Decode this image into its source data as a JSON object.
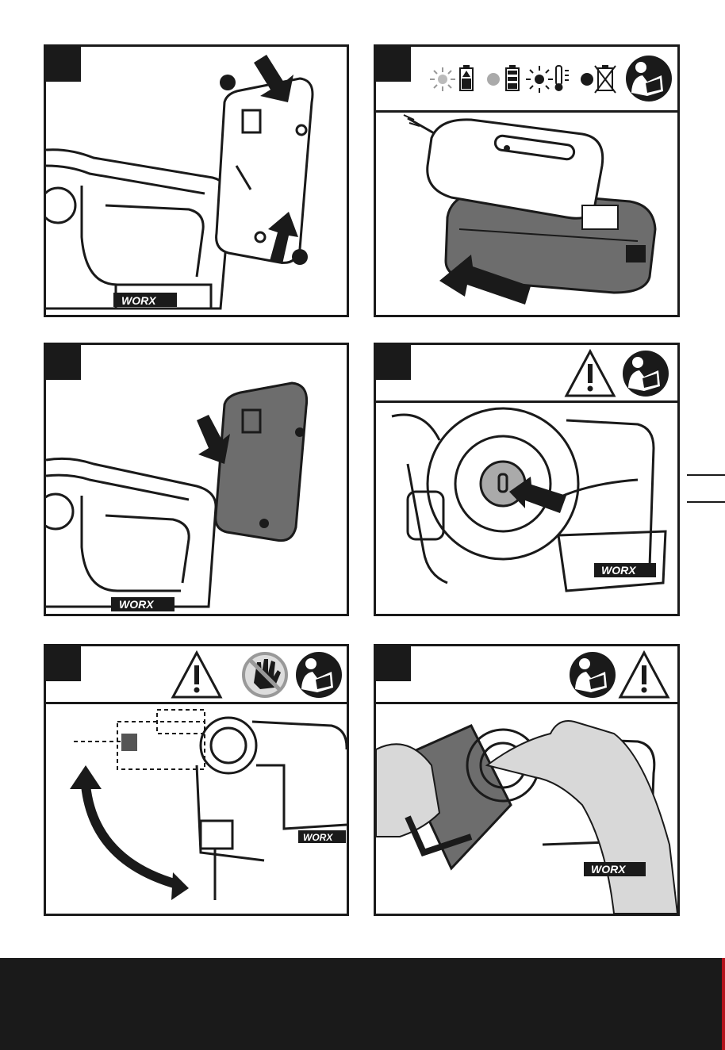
{
  "brand": {
    "logo_text": "WORX"
  },
  "steps": [
    {
      "id": "a",
      "icons": []
    },
    {
      "id": "b",
      "icons": [
        "charging-light-battery-icon",
        "charged-light-battery-icon",
        "hot-cold-temperature-icon",
        "faulty-battery-icon",
        "read-manual-icon"
      ]
    },
    {
      "id": "c",
      "icons": []
    },
    {
      "id": "d",
      "icons": [
        "warning-triangle-icon",
        "read-manual-icon"
      ]
    },
    {
      "id": "e",
      "icons": [
        "warning-triangle-icon",
        "no-hand-icon",
        "read-manual-icon"
      ]
    },
    {
      "id": "f",
      "icons": [
        "read-manual-icon",
        "warning-triangle-icon"
      ]
    }
  ],
  "colors": {
    "ink": "#1a1a1a",
    "battery_gray": "#6d6d6d",
    "footer": "#1a1a1a",
    "footer_accent": "#b3121b"
  }
}
